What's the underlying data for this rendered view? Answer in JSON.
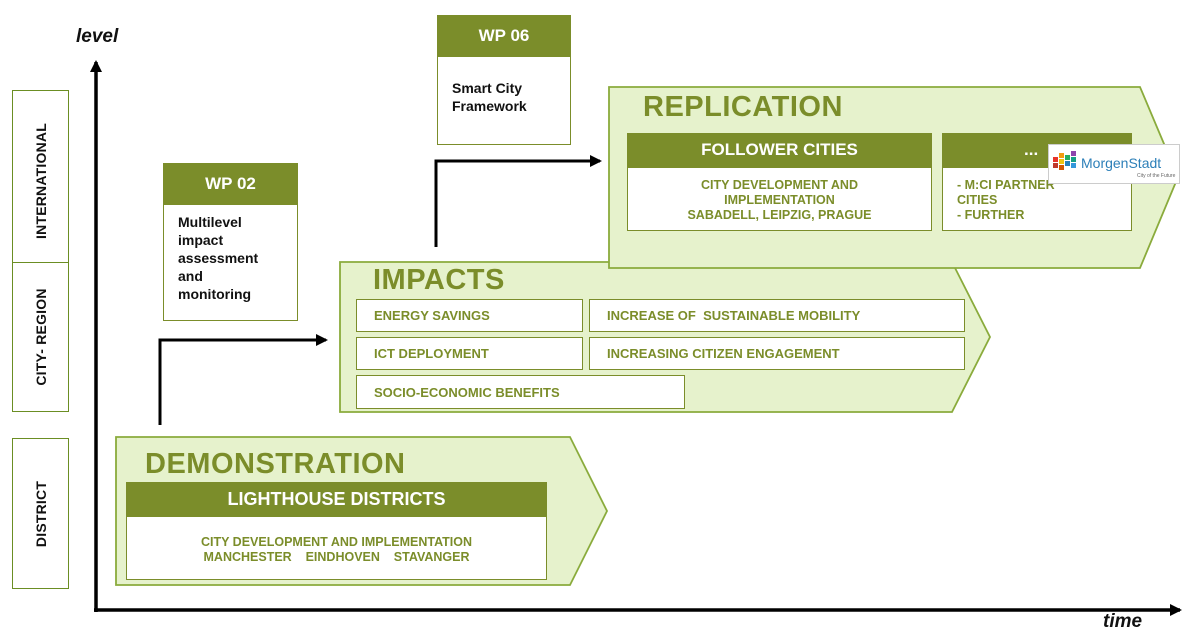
{
  "axes": {
    "y_label": "level",
    "x_label": "time"
  },
  "levels": [
    "INTERNATIONAL",
    "CITY- REGION",
    "DISTRICT"
  ],
  "work_packages": {
    "wp02": {
      "title": "WP 02",
      "text": [
        "Multilevel",
        "impact",
        "assessment",
        "and",
        "monitoring"
      ]
    },
    "wp06": {
      "title": "WP 06",
      "text": [
        "Smart City",
        "Framework"
      ]
    }
  },
  "demonstration": {
    "title": "DEMONSTRATION",
    "subtitle": "LIGHTHOUSE DISTRICTS",
    "lines": [
      "CITY DEVELOPMENT AND IMPLEMENTATION",
      "MANCHESTER    EINDHOVEN    STAVANGER"
    ]
  },
  "impacts": {
    "title": "IMPACTS",
    "items": [
      "ENERGY SAVINGS",
      "INCREASE OF  SUSTAINABLE MOBILITY",
      "ICT DEPLOYMENT",
      "INCREASING CITIZEN ENGAGEMENT",
      "SOCIO-ECONOMIC BENEFITS"
    ]
  },
  "replication": {
    "title": "REPLICATION",
    "follower": {
      "title": "FOLLOWER CITIES",
      "lines": [
        "CITY DEVELOPMENT AND",
        "IMPLEMENTATION",
        "SABADELL, LEIPZIG, PRAGUE"
      ]
    },
    "more": {
      "title": "...",
      "lines": [
        "- M:CI PARTNER",
        "CITIES",
        "- FURTHER"
      ]
    }
  },
  "logo": {
    "text": "MorgenStadt",
    "subtext": "City of the Future"
  },
  "colors": {
    "olive": "#7b8d2a",
    "light_green": "#e6f2cc",
    "border_green": "#8aab3c"
  }
}
